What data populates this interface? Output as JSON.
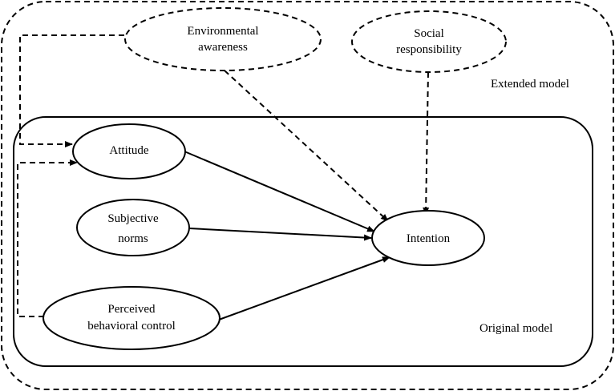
{
  "diagram": {
    "extended_model": {
      "label": "Extended model"
    },
    "original_model": {
      "label": "Original model"
    },
    "nodes": {
      "environmental_awareness": {
        "lines": [
          "Environmental",
          "awareness"
        ]
      },
      "social_responsibility": {
        "lines": [
          "Social",
          "responsibility"
        ]
      },
      "attitude": {
        "lines": [
          "Attitude"
        ]
      },
      "subjective_norms": {
        "lines": [
          "Subjective",
          "norms"
        ]
      },
      "perceived_behavioral_control": {
        "lines": [
          "Perceived",
          "behavioral control"
        ]
      },
      "intention": {
        "lines": [
          "Intention"
        ]
      }
    },
    "relations": [
      {
        "from": "attitude",
        "to": "intention",
        "style": "solid"
      },
      {
        "from": "subjective_norms",
        "to": "intention",
        "style": "solid"
      },
      {
        "from": "perceived_behavioral_control",
        "to": "intention",
        "style": "solid"
      },
      {
        "from": "environmental_awareness",
        "to": "intention",
        "style": "dashed"
      },
      {
        "from": "social_responsibility",
        "to": "intention",
        "style": "dashed"
      },
      {
        "from": "environmental_awareness",
        "to": "attitude",
        "style": "dashed"
      },
      {
        "from": "perceived_behavioral_control",
        "to": "attitude",
        "style": "dashed"
      }
    ]
  }
}
